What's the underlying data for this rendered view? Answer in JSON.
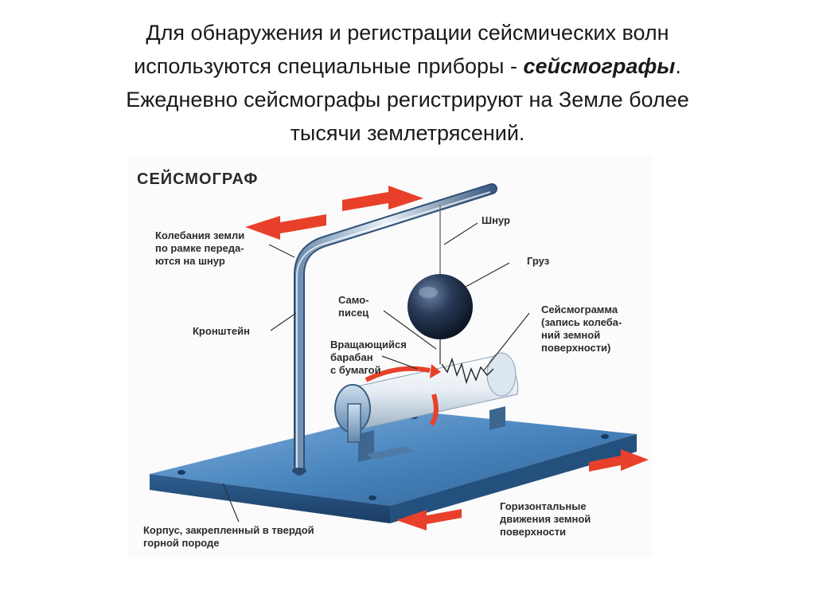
{
  "heading": {
    "line1": "Для обнаружения и регистрации сейсмических волн",
    "line2_a": "используются специальные приборы - ",
    "line2_b": "сейсмографы",
    "line2_c": ".",
    "line3": "Ежедневно сейсмографы регистрируют на Земле более",
    "line4": "тысячи землетрясений."
  },
  "diagram": {
    "title": "СЕЙСМОГРАФ",
    "labels": {
      "vibration": [
        "Колебания земли",
        "по рамке переда-",
        "ются на шнур"
      ],
      "bracket": [
        "Кронштейн"
      ],
      "cord": [
        "Шнур"
      ],
      "weight": [
        "Груз"
      ],
      "pen": [
        "Само-",
        "писец"
      ],
      "drum": [
        "Вращающийся",
        "барабан",
        "с бумагой"
      ],
      "seismogram": [
        "Сейсмограмма",
        "(запись колеба-",
        "ний земной",
        "поверхности)"
      ],
      "horizontal": [
        "Горизонтальные",
        "движения земной",
        "поверхности"
      ],
      "body": [
        "Корпус, закрепленный в твердой",
        "горной породе"
      ]
    },
    "colors": {
      "arrow": "#e8402a",
      "metal": "#4a82b8",
      "metal_dark": "#1f4f80",
      "ball": "#1c2c44",
      "paper": "#eef3f7"
    }
  }
}
